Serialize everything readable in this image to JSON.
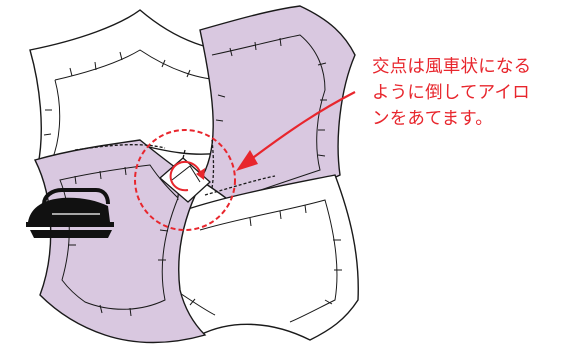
{
  "annotation": {
    "lines": [
      "交点は風車状になる",
      "ように倒してアイロ",
      "ンをあてます。"
    ]
  },
  "colors": {
    "purple_fabric": "#d9c8e0",
    "white_fabric": "#ffffff",
    "outline": "#1a1a1a",
    "accent_red": "#e8262d",
    "iron": "#111111"
  },
  "icons": [
    "iron-icon",
    "rotation-arrow-icon",
    "pointer-arrow-icon"
  ]
}
